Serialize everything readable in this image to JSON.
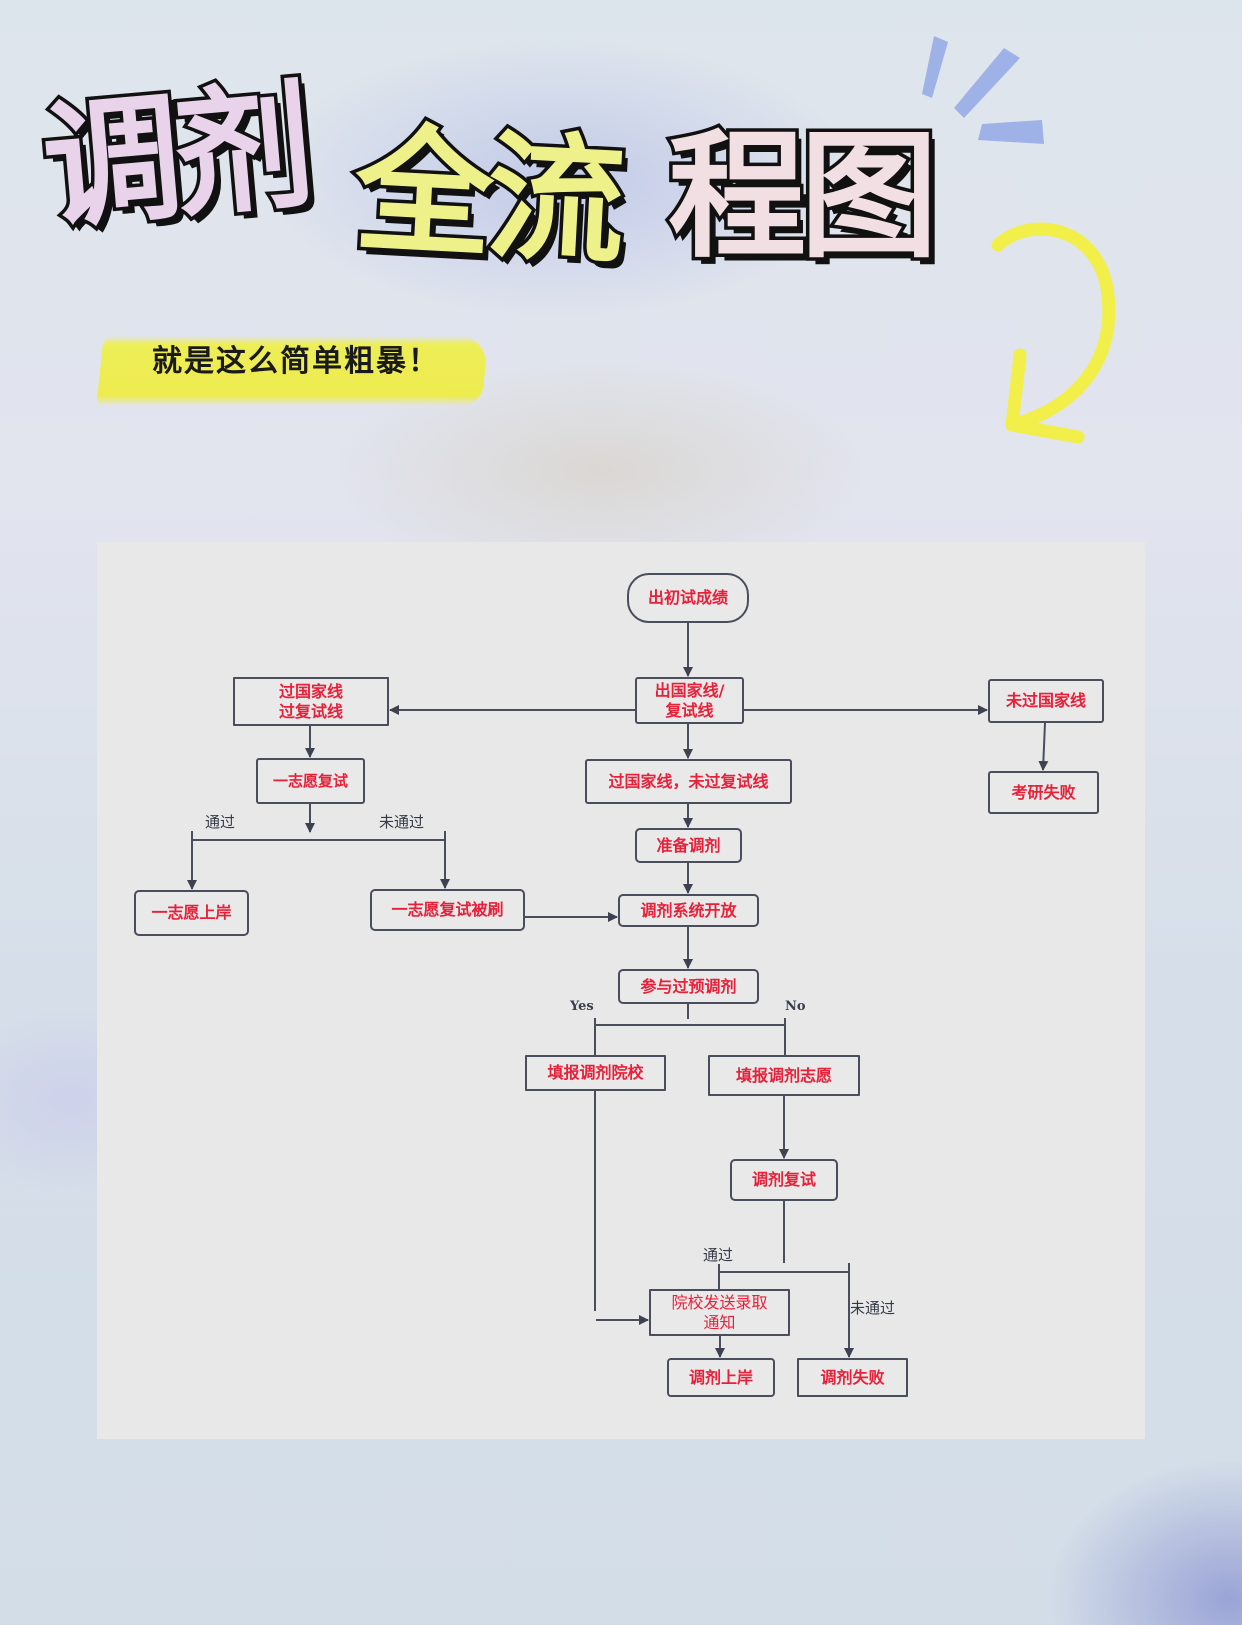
{
  "header": {
    "title_parts": [
      "调剂",
      "全流",
      "程图"
    ],
    "subtitle": "就是这么简单粗暴！"
  },
  "colors": {
    "title_part_1": "#e8d3ea",
    "title_part_2": "#eef08a",
    "title_part_3": "#f1dfe3",
    "highlight_yellow": "#eeec46",
    "arrow_yellow": "#f2ee4a",
    "deco_blue": "#9fb2e8",
    "node_text": "#e8213a",
    "node_border": "#4a4e5c",
    "panel_bg": "#e8e8e8"
  },
  "decorations": {
    "spark_lines": "blue-spark-lines-icon",
    "curved_arrow": "yellow-curved-arrow-icon",
    "subtitle_highlight": "yellow-brush-highlight"
  },
  "flowchart": {
    "nodes": {
      "start": "出初试成绩",
      "line_result": "出国家线/\n复试线",
      "pass_both": "过国家线\n过复试线",
      "fail_national": "未过国家线",
      "exam_failed": "考研失败",
      "first_choice_retest": "一志愿复试",
      "pass_national_fail_retest": "过国家线，未过复试线",
      "prepare_adjustment": "准备调剂",
      "first_choice_admitted": "一志愿上岸",
      "first_choice_rejected": "一志愿复试被刷",
      "system_open": "调剂系统开放",
      "pre_adjustment": "参与过预调剂",
      "fill_schools": "填报调剂院校",
      "fill_preferences": "填报调剂志愿",
      "adjustment_retest": "调剂复试",
      "admission_notice": "院校发送录取\n通知",
      "adjustment_success": "调剂上岸",
      "adjustment_failed": "调剂失败"
    },
    "edge_labels": {
      "retest_pass": "通过",
      "retest_fail": "未通过",
      "pre_yes": "Yes",
      "pre_no": "No",
      "adj_pass": "通过",
      "adj_fail": "未通过"
    }
  }
}
